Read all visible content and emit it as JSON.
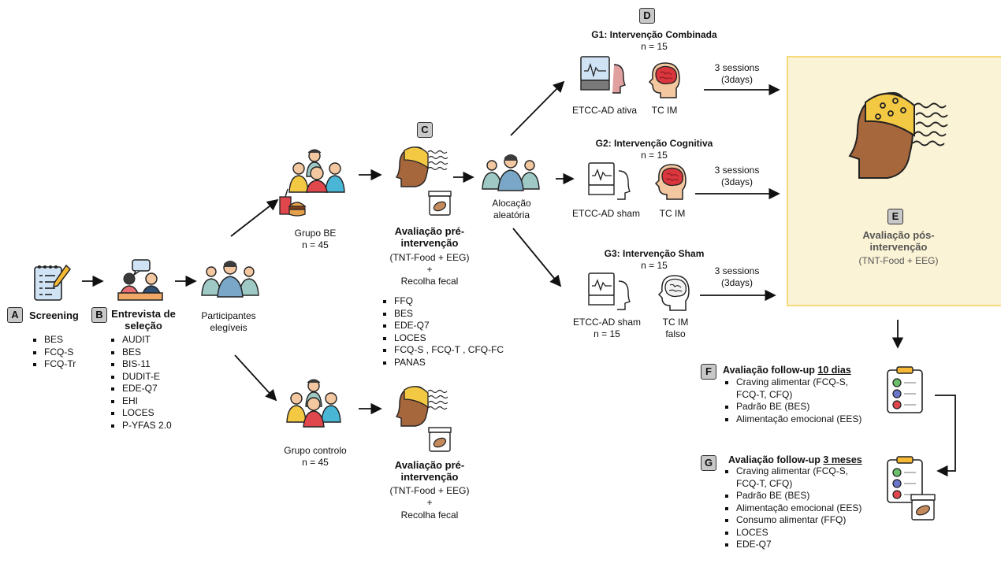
{
  "screening": {
    "badge": "A",
    "title": "Screening",
    "items": [
      "BES",
      "FCQ-S",
      "FCQ-Tr"
    ]
  },
  "interview": {
    "badge": "B",
    "title": "Entrevista de seleção",
    "items": [
      "AUDIT",
      "BES",
      "BIS-11",
      "DUDIT-E",
      "EDE-Q7",
      "EHI",
      "LOCES",
      "P-YFAS 2.0"
    ]
  },
  "eligible": {
    "label": "Participantes elegíveis"
  },
  "group_be": {
    "label": "Grupo BE",
    "n": "n = 45"
  },
  "group_control": {
    "label": "Grupo controlo",
    "n": "n = 45"
  },
  "pre_eval": {
    "badge": "C",
    "title": "Avaliação pré-intervenção",
    "subtitle": "(TNT-Food + EEG)",
    "plus": "+",
    "fecal": "Recolha fecal",
    "items": [
      "FFQ",
      "BES",
      "EDE-Q7",
      "LOCES",
      "FCQ-S , FCQ-T , CFQ-FC",
      "PANAS"
    ]
  },
  "pre_eval_control": {
    "title": "Avaliação pré-intervenção",
    "subtitle": "(TNT-Food + EEG)",
    "plus": "+",
    "fecal": "Recolha fecal"
  },
  "allocation": {
    "label": "Alocação aleatória"
  },
  "intervention": {
    "badge": "D",
    "groups": [
      {
        "title_bold": "G1",
        "title_rest": ": Intervenção Combinada",
        "n": "n = 15",
        "tdcs": "ETCC-AD ativa",
        "tc": "TC IM",
        "sessions": "3 sessions",
        "days": "(3days)"
      },
      {
        "title_bold": "G2",
        "title_rest": ": Intervenção Cognitiva",
        "n": "n = 15",
        "tdcs": "ETCC-AD sham",
        "tc": "TC IM",
        "sessions": "3 sessions",
        "days": "(3days)"
      },
      {
        "title_bold": "G3",
        "title_rest": ": Intervenção Sham",
        "n": "n = 15",
        "tdcs": "ETCC-AD sham",
        "tdcs_n": "n = 15",
        "tc": "TC IM falso",
        "sessions": "3 sessions",
        "days": "(3days)"
      }
    ]
  },
  "post_eval": {
    "badge": "E",
    "title": "Avaliação pós-intervenção",
    "subtitle": "(TNT-Food + EEG)",
    "bg_color": "#fbf3d5",
    "border_color": "#f5d97a"
  },
  "followup_10": {
    "badge": "F",
    "title_prefix": "Avaliação follow-up ",
    "title_em": "10 dias",
    "items": [
      "Craving alimentar (FCQ-S, FCQ-T, CFQ)",
      "Padrão BE (BES)",
      "Alimentação emocional (EES)"
    ]
  },
  "followup_3m": {
    "badge": "G",
    "title_prefix": "Avaliação follow-up ",
    "title_em": "3 meses",
    "items": [
      "Craving alimentar (FCQ-S, FCQ-T, CFQ)",
      "Padrão BE (BES)",
      "Alimentação emocional (EES)",
      "Consumo alimentar (FFQ)",
      "LOCES",
      "EDE-Q7"
    ]
  },
  "icons": [
    "notepad-icon",
    "interview-icon",
    "group-icon",
    "eeg-head-icon",
    "stool-sample-icon",
    "tdcs-monitor-icon",
    "brain-head-icon",
    "checklist-icon"
  ]
}
